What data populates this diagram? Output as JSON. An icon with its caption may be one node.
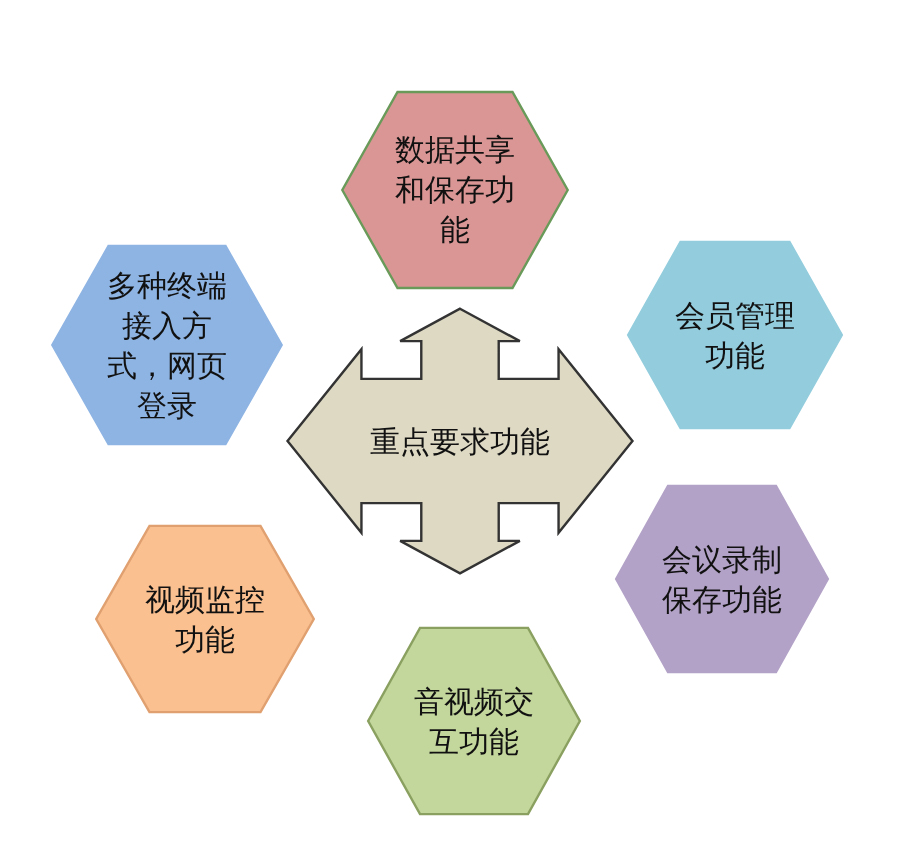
{
  "diagram": {
    "nodes": [
      {
        "text": [
          "数据共享和保存功能"
        ]
      },
      {
        "text": [
          "多种终端接入方式，网页登录"
        ]
      },
      {
        "text": [
          "会员管理功能"
        ]
      },
      {
        "text": [
          "重点要求功能"
        ]
      },
      {
        "text": [
          "会议录制保存功能"
        ]
      },
      {
        "text": [
          "视频监控功能"
        ]
      },
      {
        "text": [
          "音视频交互功能"
        ]
      }
    ]
  }
}
